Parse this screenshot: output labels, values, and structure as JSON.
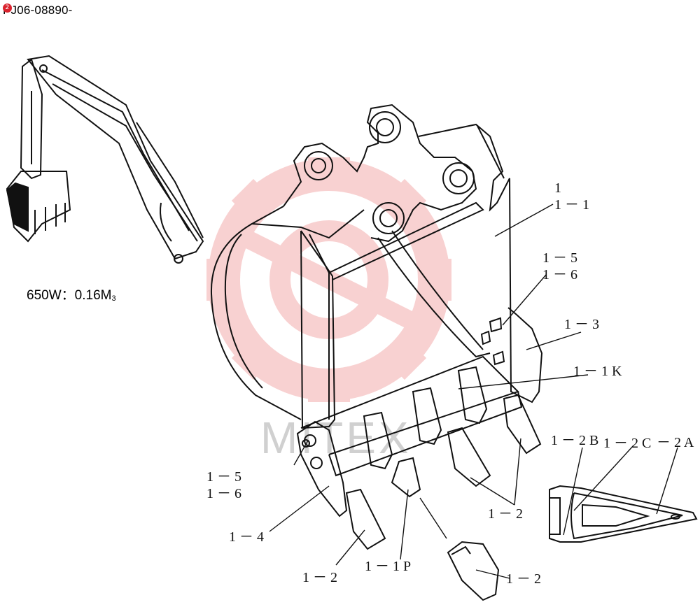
{
  "header": {
    "badge": "2",
    "part_code": "PJ06-08890-"
  },
  "caption": {
    "model": "650W",
    "separator": "：",
    "capacity": "0.16M",
    "unit_sub": "3"
  },
  "watermark": {
    "text": "MITEX"
  },
  "labels": {
    "l_1": "1",
    "l_1_1": "1 － 1",
    "l_1_5_top": "1 － 5",
    "l_1_6_top": "1 － 6",
    "l_1_3": "1 － 3",
    "l_1_1k": "1 － 1 K",
    "l_1_2b": "1 － 2 B",
    "l_1_2c": "1 － 2 C",
    "l_2a": "－ 2 A",
    "l_1_5_bot": "1 － 5",
    "l_1_6_bot": "1 － 6",
    "l_1_4": "1 － 4",
    "l_1_2_right": "1 － 2",
    "l_1_2_bottom": "1 － 2",
    "l_1_1p": "1 － 1 P",
    "l_1_2_tooth": "1 － 2"
  },
  "colors": {
    "line": "#111111",
    "watermark_red": "#f7c9c9",
    "watermark_gray": "#d0d0d0",
    "badge": "#d9232e"
  }
}
